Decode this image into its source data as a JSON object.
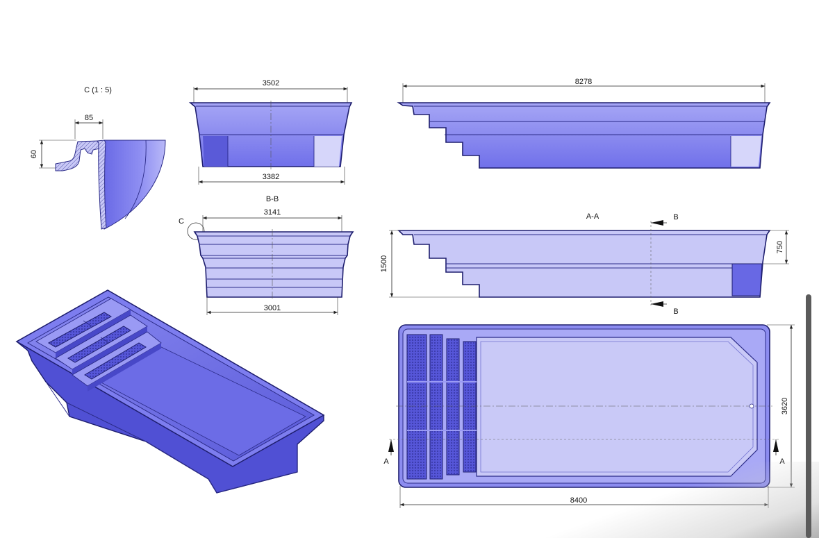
{
  "detail": {
    "title": "C (1 : 5)",
    "width": "85",
    "height": "60"
  },
  "end_view": {
    "top_width": "3502",
    "bottom_width": "3382"
  },
  "section_bb": {
    "title": "B-B",
    "marker": "C",
    "top_width": "3141",
    "bottom_width": "3001"
  },
  "side_view": {
    "length": "8278"
  },
  "section_aa": {
    "title": "A-A",
    "cut_top": "B",
    "cut_bottom": "B",
    "depth_total": "1500",
    "depth_shallow": "750"
  },
  "plan_view": {
    "width": "3620",
    "length": "8400",
    "cut_left": "A",
    "cut_right": "A"
  },
  "colors": {
    "pool": "#7b7bef",
    "pool_light": "#c9c9f7",
    "pool_dark": "#5252d6",
    "outline": "#1e1e6e"
  }
}
